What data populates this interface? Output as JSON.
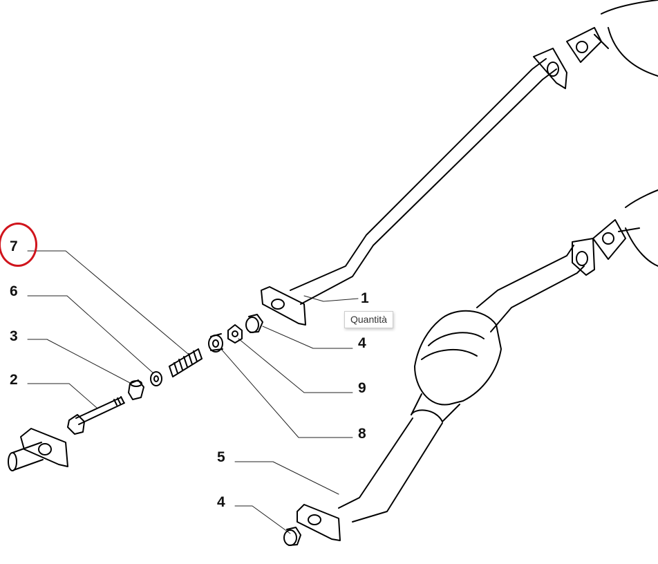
{
  "callouts": [
    {
      "id": "7",
      "selected": true
    },
    {
      "id": "6"
    },
    {
      "id": "3"
    },
    {
      "id": "2"
    },
    {
      "id": "4"
    },
    {
      "id": "9"
    },
    {
      "id": "8"
    },
    {
      "id": "5"
    },
    {
      "id": "4"
    },
    {
      "id": "1"
    }
  ],
  "tooltip": "Quantità",
  "highlight_color": "#d0141c"
}
